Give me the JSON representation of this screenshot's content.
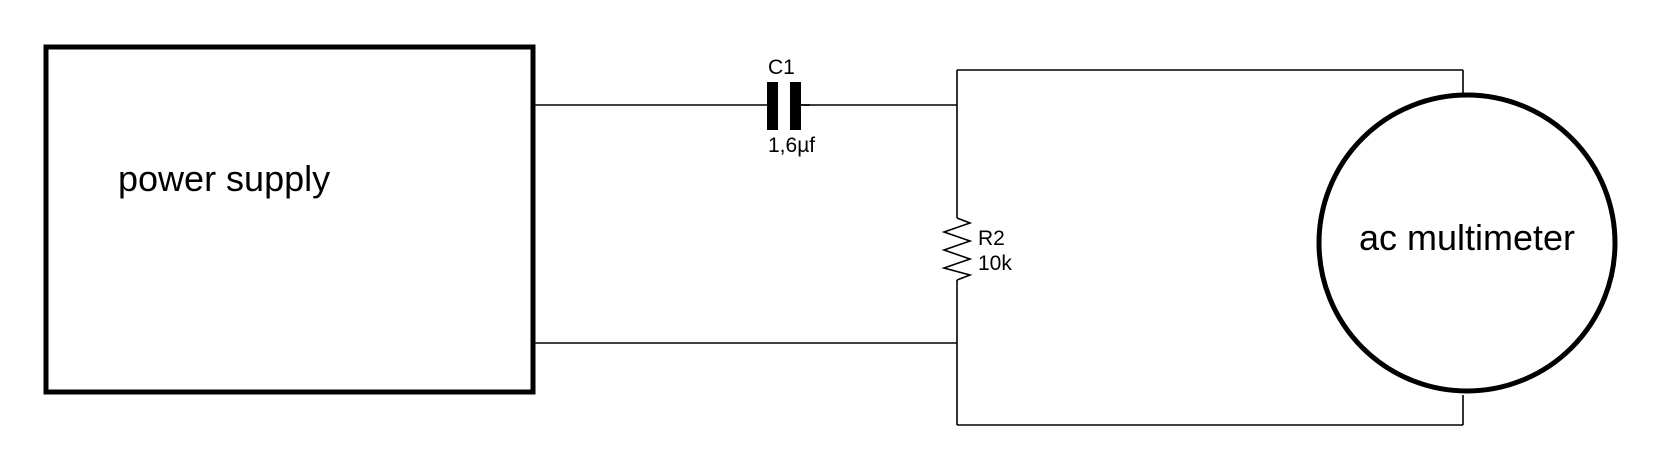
{
  "diagram": {
    "power_supply": {
      "label": "power supply"
    },
    "capacitor": {
      "designator": "C1",
      "value": "1,6µf"
    },
    "resistor": {
      "designator": "R2",
      "value": "10k"
    },
    "meter": {
      "label": "ac multimeter"
    }
  }
}
